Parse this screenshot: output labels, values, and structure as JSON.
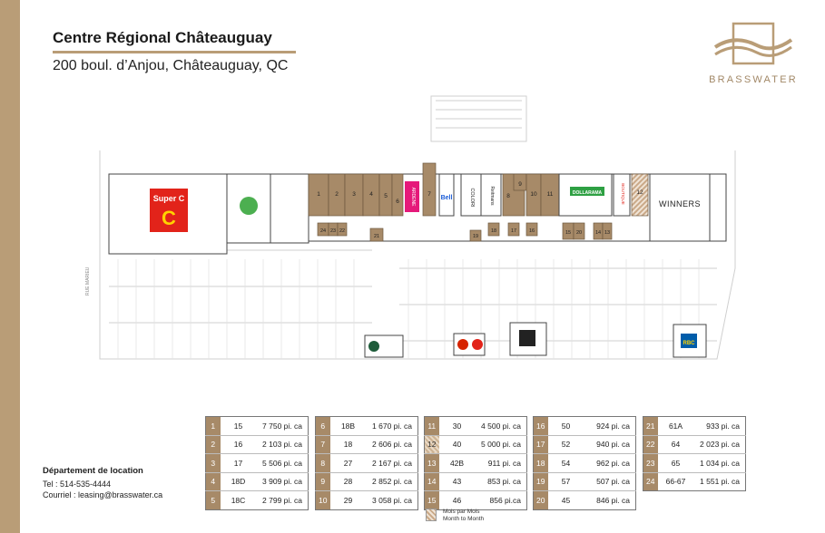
{
  "header": {
    "title": "Centre Régional Châteauguay",
    "address": "200 boul. d’Anjou, Châteauguay, QC"
  },
  "brand": {
    "name": "BRASSWATER",
    "accent_color": "#b99d77",
    "logo_icon": "brasswater-wave-logo"
  },
  "contact": {
    "title": "Département de location",
    "phone": "Tel : 514-535-4444",
    "email": "Courriel : leasing@brasswater.ca"
  },
  "map": {
    "anchors": [
      {
        "name": "Super C",
        "logo": "super-c-logo"
      },
      {
        "name": "WINNERS"
      },
      {
        "name": "DOLLARAMA"
      },
      {
        "name": "ARDENE"
      },
      {
        "name": "Bell"
      },
      {
        "name": "COLORI"
      },
      {
        "name": "Reitmans"
      },
      {
        "name": "BOUTIQUE"
      },
      {
        "name": "RBC"
      }
    ],
    "units": [
      "1",
      "2",
      "3",
      "4",
      "5",
      "6",
      "7",
      "8",
      "9",
      "10",
      "11",
      "12",
      "13",
      "14",
      "15",
      "16",
      "17",
      "18",
      "19",
      "20",
      "21",
      "22",
      "23",
      "24"
    ],
    "street_label": "RUE MARIEU"
  },
  "legend": {
    "columns": [
      [
        {
          "num": "1",
          "unit": "15",
          "area": "7 750 pi. ca"
        },
        {
          "num": "2",
          "unit": "16",
          "area": "2 103 pi. ca"
        },
        {
          "num": "3",
          "unit": "17",
          "area": "5 506 pi. ca"
        },
        {
          "num": "4",
          "unit": "18D",
          "area": "3 909 pi. ca"
        },
        {
          "num": "5",
          "unit": "18C",
          "area": "2 799 pi. ca"
        }
      ],
      [
        {
          "num": "6",
          "unit": "18B",
          "area": "1 670 pi. ca"
        },
        {
          "num": "7",
          "unit": "18",
          "area": "2 606 pi. ca"
        },
        {
          "num": "8",
          "unit": "27",
          "area": "2 167 pi. ca"
        },
        {
          "num": "9",
          "unit": "28",
          "area": "2 852 pi. ca"
        },
        {
          "num": "10",
          "unit": "29",
          "area": "3 058 pi. ca"
        }
      ],
      [
        {
          "num": "11",
          "unit": "30",
          "area": "4 500 pi. ca"
        },
        {
          "num": "12",
          "unit": "40",
          "area": "5 000 pi. ca",
          "month_to_month": true
        },
        {
          "num": "13",
          "unit": "42B",
          "area": "911 pi. ca"
        },
        {
          "num": "14",
          "unit": "43",
          "area": "853 pi. ca"
        },
        {
          "num": "15",
          "unit": "46",
          "area": "856 pi.ca"
        }
      ],
      [
        {
          "num": "16",
          "unit": "50",
          "area": "924 pi. ca"
        },
        {
          "num": "17",
          "unit": "52",
          "area": "940 pi. ca"
        },
        {
          "num": "18",
          "unit": "54",
          "area": "962 pi. ca"
        },
        {
          "num": "19",
          "unit": "57",
          "area": "507 pi. ca"
        },
        {
          "num": "20",
          "unit": "45",
          "area": "846 pi. ca"
        }
      ],
      [
        {
          "num": "21",
          "unit": "61A",
          "area": "933 pi. ca"
        },
        {
          "num": "22",
          "unit": "64",
          "area": "2 023 pi. ca"
        },
        {
          "num": "23",
          "unit": "65",
          "area": "1 034 pi. ca"
        },
        {
          "num": "24",
          "unit": "66-67",
          "area": "1 551 pi. ca"
        }
      ]
    ],
    "month_to_month_line1": "Mois par Mois",
    "month_to_month_line2": "Month to Month"
  }
}
